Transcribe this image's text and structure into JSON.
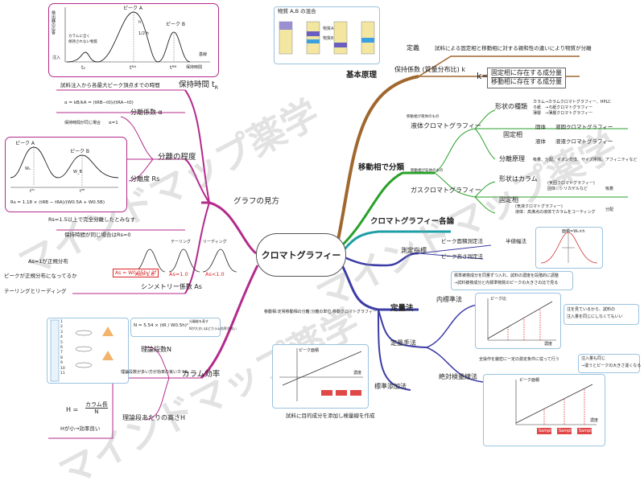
{
  "center": {
    "label": "クロマトグラフィー"
  },
  "right": {
    "basic_principle": "基本原理",
    "definition": "定義",
    "definition_text": "試料による固定相と移動相に対する親和性の違いにより物質が分離",
    "retention_factor": "保持係数 (質量分布比) k",
    "k_eq": "k=",
    "k_num": "固定相に存在する成分量",
    "k_den": "移動相に存在する成分量",
    "fig1_caption": "物質 A,B の混合",
    "fig1_labels": [
      "物質A",
      "物質B"
    ],
    "mobile_phase": "移動相で分類",
    "mobile_small": "移動相が液体のもの",
    "liquid": "液体クロマトグラフィー",
    "kind_of_shape": "形状の種類",
    "shape_detail": [
      "カラム→カラムクロマトグラフィー、HPLC",
      "ろ紙　→ろ紙クロマトグラフィー",
      "薄層　→薄層クロマトグラフィー"
    ],
    "stationary": "固定相",
    "stationary_solid": "固体",
    "solid_detail": "液固クロマトグラフィー",
    "stationary_liquid": "液体",
    "liquid_detail": "液液クロマトグラフィー",
    "separation_principle": "分離原理",
    "principle_detail": "吸着、分配、イオン交換、サイズ排除、アフィニティなど",
    "gas_small": "移動相が気体のもの",
    "gas": "ガスクロマトグラフィー",
    "shape_column": "形状はカラム",
    "gas_stationary": "固定相",
    "gsc": "(気固クロマトグラフィー)",
    "gsc_detail": "固体：シリカゲルなど",
    "gsc_mode": "吸着",
    "glc": "(気液クロマトグラフィー)",
    "glc_detail": "液体：高沸点の液体でカラムをコーティング",
    "glc_mode": "分配",
    "theory": "クロマトグラフィー各論",
    "measurement": "測定指標",
    "peak_area": "ピーク面積測定法",
    "half_width": "半値幅法",
    "peak_height": "ピーク高さ測定法",
    "area_formula": "面積=Wₕ×h",
    "quantitative": "定量法",
    "quant_method": "定量手法",
    "internal_std": "内標準法",
    "internal_desc": [
      "標準被検成分を同量ずつ入れ、試料の濃度を段階的に調整",
      "→試料被検成分と内標準物質のピークの大きさの比で見る"
    ],
    "internal_note": [
      "注を見ているから、試料の",
      "注入量を同じにしなくてもいい"
    ],
    "absolute": "絶対検量線法",
    "absolute_desc": "全操作を厳密に一定の測定条件に従って行う",
    "absolute_note": [
      "注入量も同じ",
      "→違うとピークの大きさ違くなる"
    ],
    "std_addition": "標準添加法",
    "std_addition_note": "試料に目的成分を添加し検量線を作成",
    "axis_conc": "濃度",
    "peak_ratio": "ピーク比",
    "peak_area_lbl": "ピーク面積",
    "sample_labels": [
      "Sampl1",
      "Sampl2",
      "Sampl3"
    ],
    "small_center_note": "移動相:定常移動相の分離:分離の単位:移動クロマトグラフィー"
  },
  "left": {
    "graph_view": "グラフの見方",
    "retention_time": "保持時間 t",
    "retention_sub": "R",
    "retention_desc": "試料注入から各最大ピーク頂点までの時間",
    "separation_degree": "分離の程度",
    "sep_factor": "分離係数 α",
    "alpha_eq": "α = kB/kA = (tRB−t0)/(tRA−t0)",
    "same_time": "保持時間が同じ場合",
    "alpha_one": "α=1",
    "resolution": "分離度 Rs",
    "rs_formula": "Rs = 1.18 × (tRB − tRA)/(W0.5A + W0.5B)",
    "rs_complete": "Rs=1.5以上で完全分離したとみなす",
    "rs_zero": "保持時間が同じ場合はRs=0",
    "symmetry": "シンメトリー係数 As",
    "as_normal": "As=1が正規分布",
    "as_q": "ピークが正規分布になってるか",
    "tailing_leading": "テーリングとリーディング",
    "tailing": "テーリング",
    "leading": "リーディング",
    "as_formula": "As = W0.05h / 2f",
    "as_vals": [
      "As>1.0",
      "As=1.0",
      "As<1.0"
    ],
    "column_eff": "カラム効率",
    "theoretical_plates": "理論段数N",
    "n_formula": "N = 5.54 × (tR / W0.5h)²",
    "n_note1": "分離能を表す",
    "n_note2": "Nが大きいほどカラム効率が良い",
    "plates_note": "理論段数が多い方が効率の良いカラム",
    "hetp": "理論段あたりの高さH",
    "h_formula_top": "カラム長",
    "h_formula_bot": "N",
    "h_eq": "H =",
    "h_small": "Hが小→効率良い",
    "tube_numbers": [
      "1",
      "2",
      "3",
      "4",
      "5",
      "6",
      "7",
      "8",
      "9",
      "10",
      "11"
    ],
    "fig_top": {
      "ylabel": "検出器の応答",
      "peakA": "ピーク A",
      "peakB": "ピーク B",
      "inject": "注入",
      "baseline": "基線",
      "rt_axis": "保持時間",
      "t0": "t₀",
      "tRA": "tᴿᴬ",
      "tRB": "tᴿᴮ",
      "h": "h",
      "half_h": "1/2 h",
      "note": [
        "カラムに全く",
        "保持されない物質"
      ]
    },
    "fig_rs": {
      "peakA": "ピーク A",
      "peakB": "ピーク B",
      "tRA": "tᴿᴬ",
      "tRB": "tᴿᴮ",
      "wA": "Wₐ",
      "wB": "W_B"
    }
  },
  "watermarks": [
    "マインドマップ薬学",
    "マインドマップ薬学",
    "マインドマップ薬学"
  ]
}
